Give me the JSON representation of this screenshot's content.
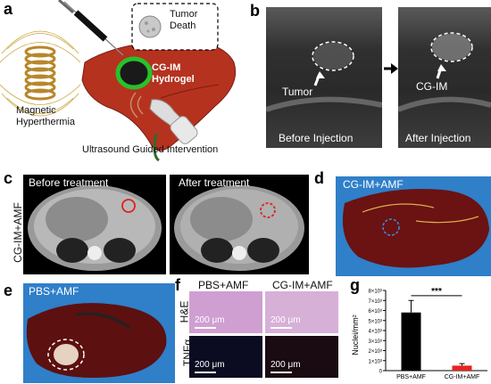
{
  "panels": {
    "a": {
      "label": "a",
      "tumor_death": "Tumor\nDeath",
      "hydrogel": "CG-IM\nHydrogel",
      "hyperthermia": "Magnetic\nHyperthermia",
      "intervention": "Ultrasound Guided Intervention"
    },
    "b": {
      "label": "b",
      "left_annotation": "Tumor",
      "left_caption": "Before Injection",
      "right_annotation": "CG-IM",
      "right_caption": "After Injection"
    },
    "c": {
      "label": "c",
      "row_label": "CG-IM+AMF",
      "before": "Before treatment",
      "after": "After treatment"
    },
    "d": {
      "label": "d",
      "title": "CG-IM+AMF"
    },
    "e": {
      "label": "e",
      "title": "PBS+AMF"
    },
    "f": {
      "label": "f",
      "col1": "PBS+AMF",
      "col2": "CG-IM+AMF",
      "row1": "H&E",
      "row2": "TNFα",
      "scale": "200 μm"
    },
    "g": {
      "label": "g",
      "significance": "***"
    }
  },
  "chart_data": {
    "type": "bar",
    "categories": [
      "PBS+AMF",
      "CG-IM+AMF"
    ],
    "values": [
      5.8,
      0.5
    ],
    "errors": [
      1.2,
      0.2
    ],
    "ylabel": "Nuclei/mm²",
    "ylim": [
      0,
      8
    ],
    "yticks": [
      "0",
      "1×10³",
      "2×10³",
      "3×10³",
      "4×10³",
      "5×10³",
      "6×10³",
      "7×10³",
      "8×10³"
    ],
    "colors": [
      "#000000",
      "#e8231f"
    ],
    "significance": "***"
  }
}
